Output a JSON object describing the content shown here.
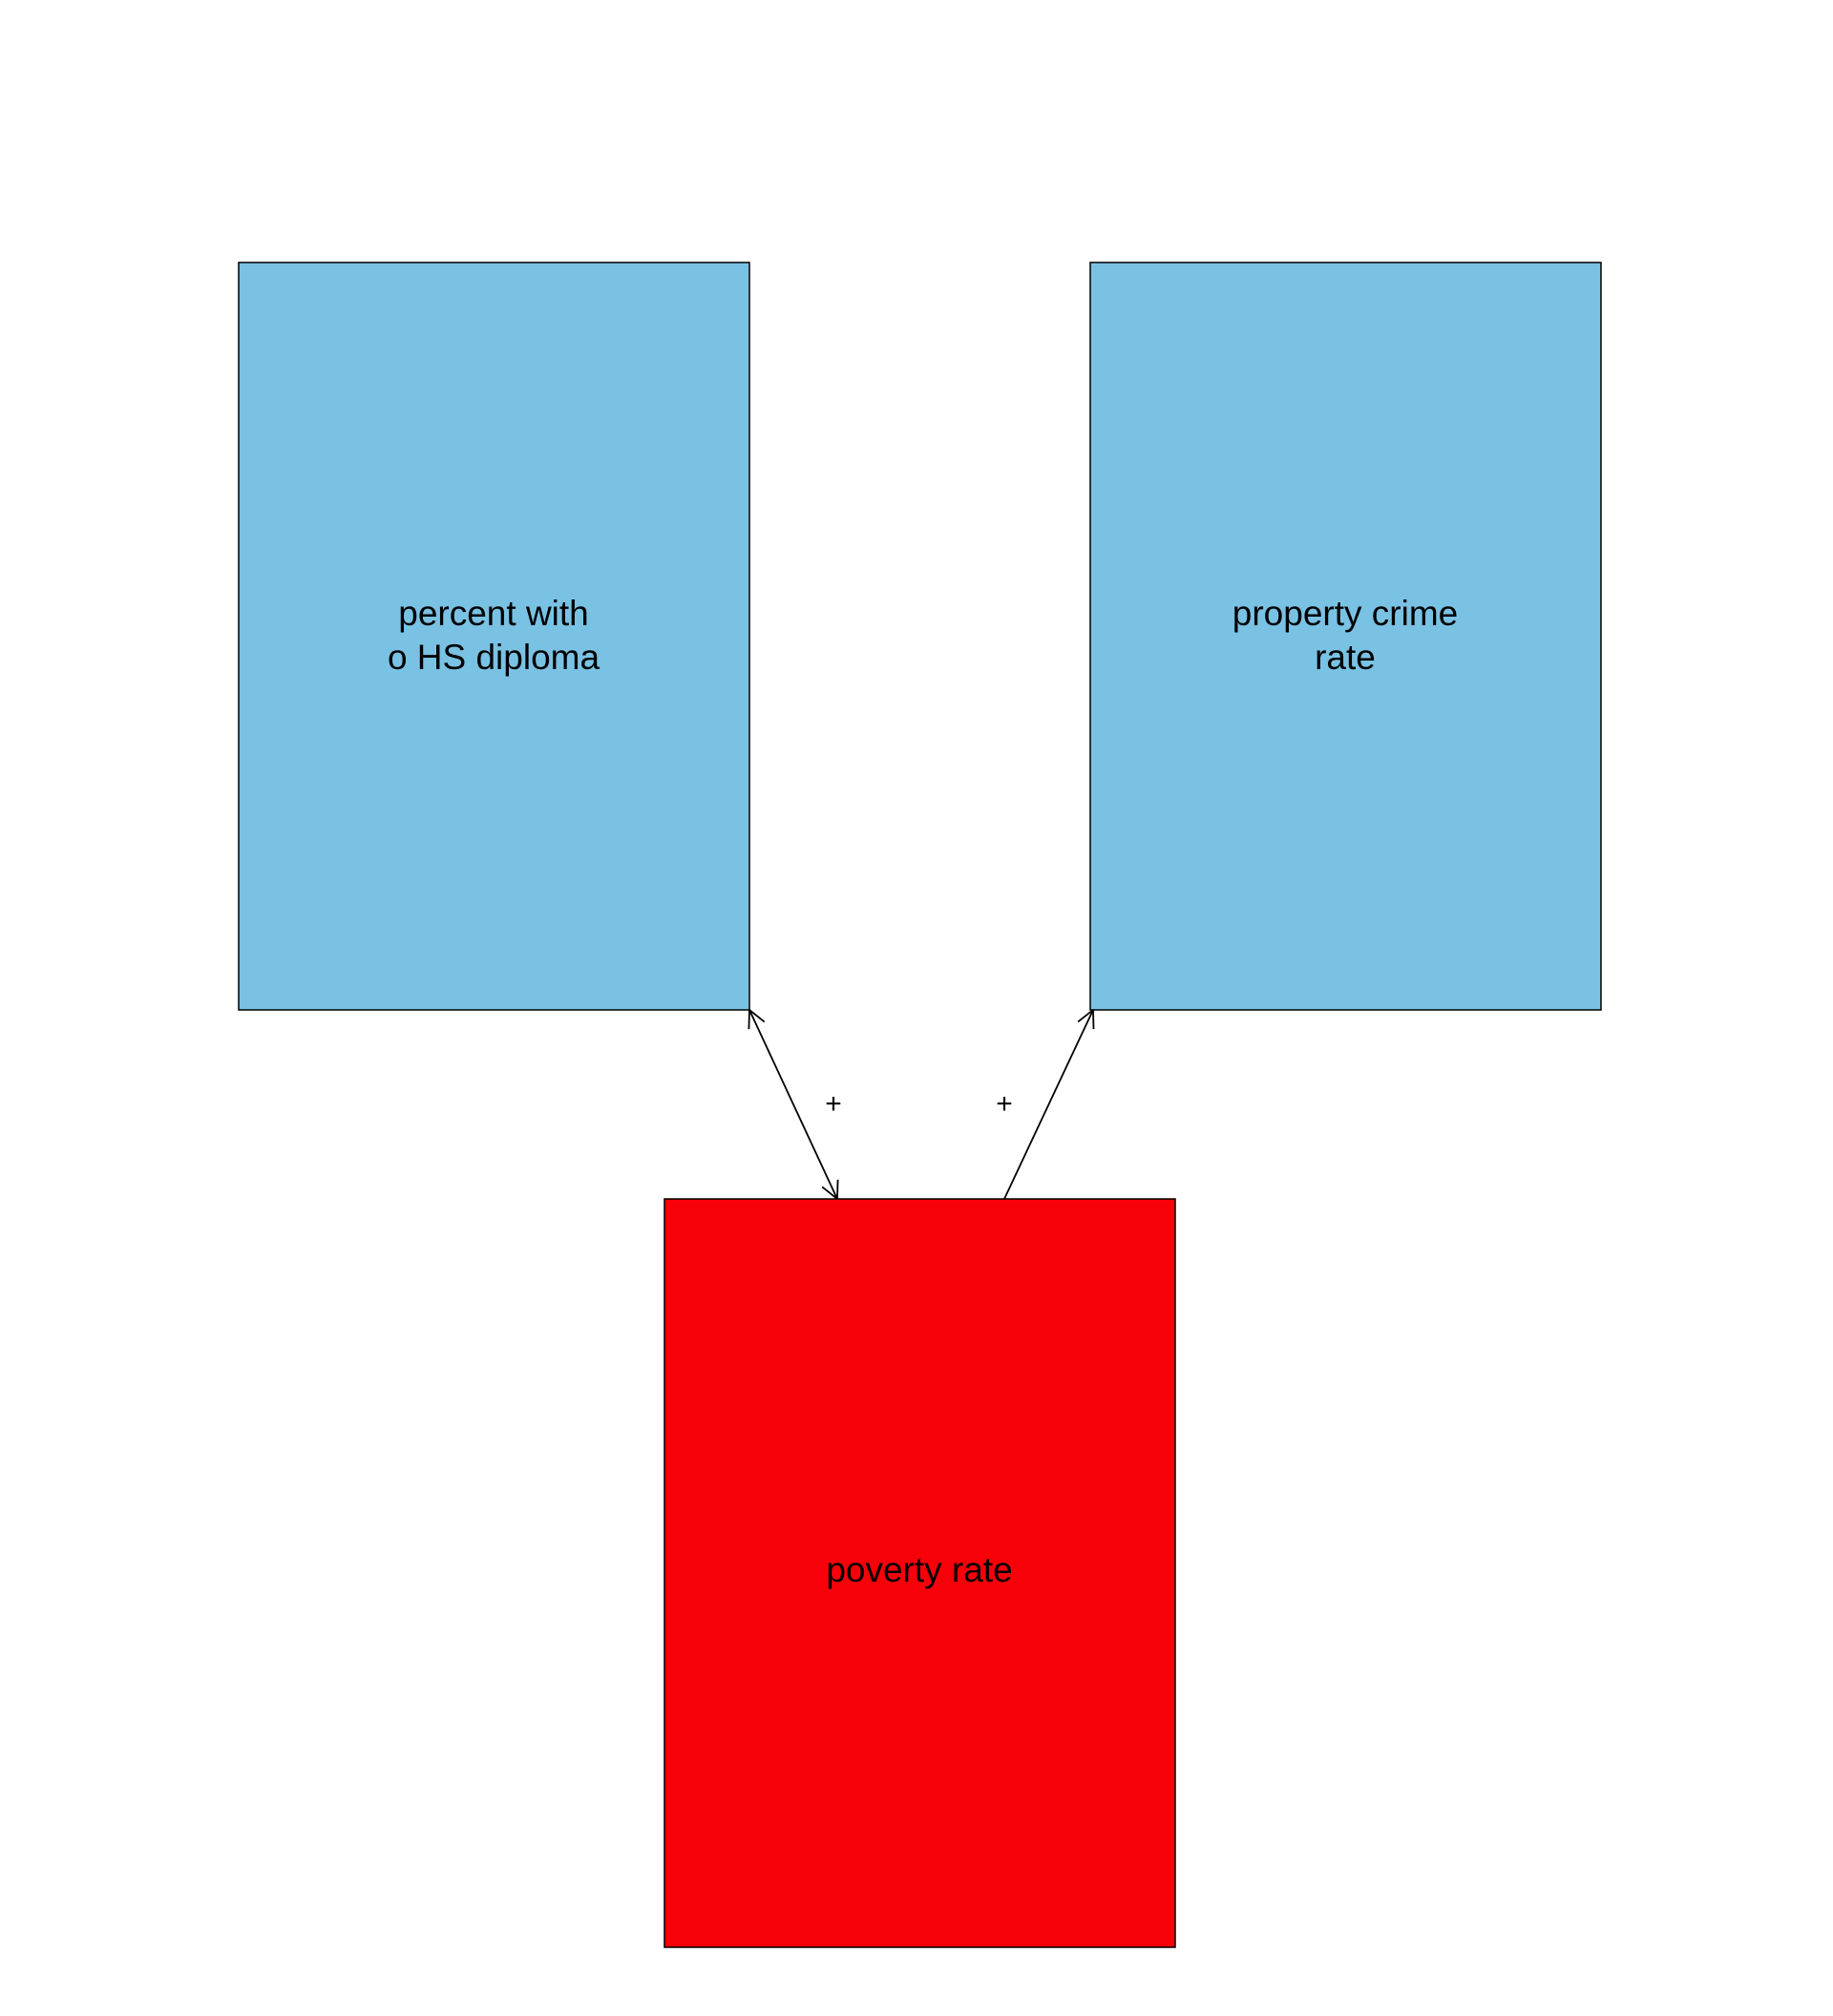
{
  "diagram": {
    "nodes": {
      "hs": {
        "lines": [
          "percent with",
          "o HS diploma"
        ],
        "fill": "#7AC2E4"
      },
      "crime": {
        "lines": [
          "property crime",
          "rate"
        ],
        "fill": "#7AC2E4"
      },
      "poverty": {
        "lines": [
          "poverty rate"
        ],
        "fill": "#F8000A"
      }
    },
    "edges": [
      {
        "from": "poverty",
        "to": "hs",
        "direction": "both",
        "sign": "+"
      },
      {
        "from": "poverty",
        "to": "crime",
        "direction": "to",
        "sign": "+"
      }
    ]
  }
}
